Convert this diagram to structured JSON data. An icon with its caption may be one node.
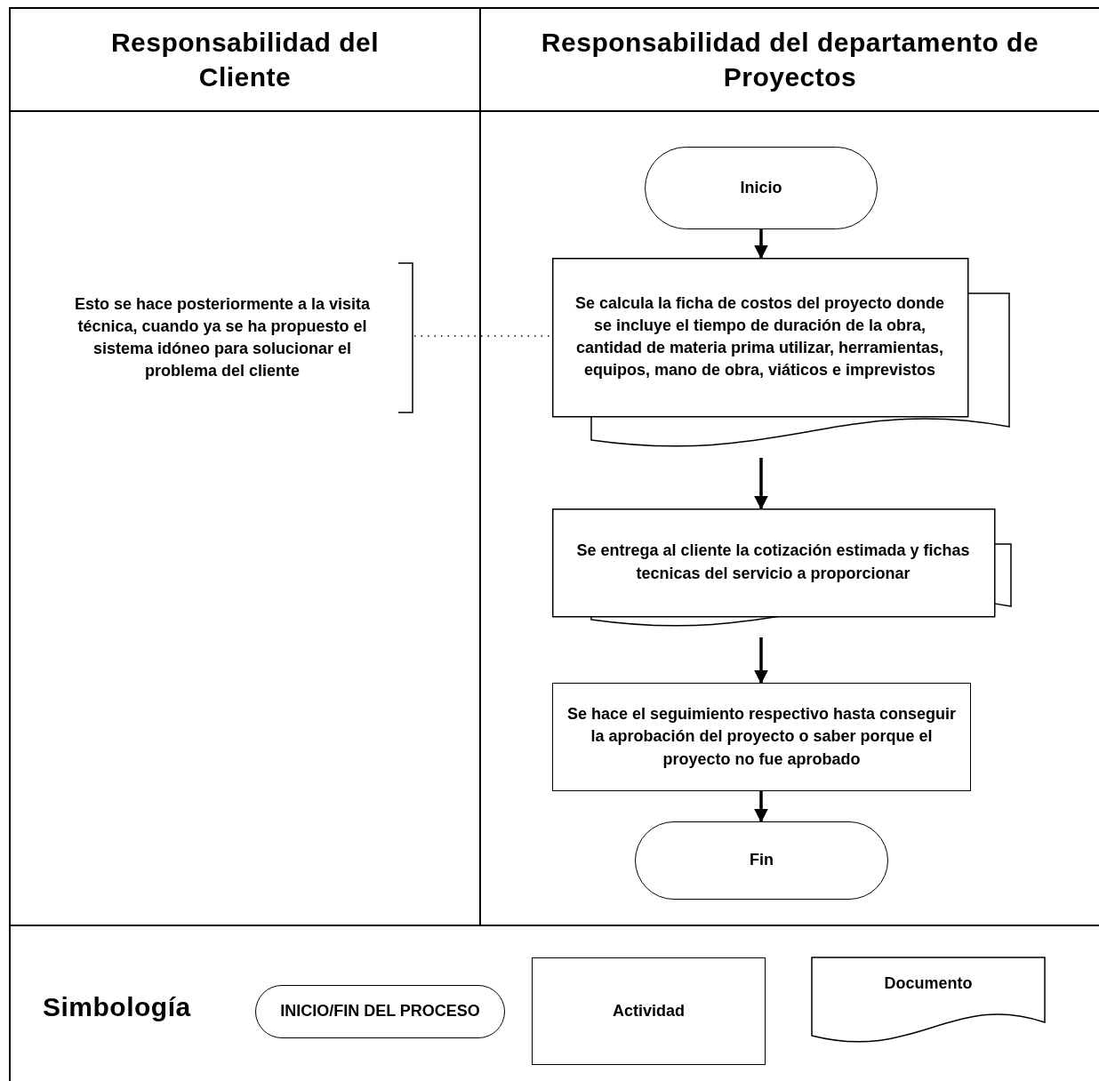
{
  "diagram": {
    "nodes": [
      {
        "text": [
          "Responsabilidad del Cliente"
        ]
      },
      {
        "text": [
          "Responsabilidad del departamento de Proyectos"
        ]
      },
      {
        "text": [
          "Esto se hace posteriormente a la visita técnica, cuando ya se ha propuesto el sistema idóneo para solucionar el problema del cliente"
        ],
        "in": 0
      },
      {
        "text": [
          "Inicio"
        ],
        "in": 1
      },
      {
        "text": [
          "Se calcula la ficha de costos del proyecto donde se incluye el tiempo de duración de la obra, cantidad de materia prima utilizar, herramientas, equipos, mano de obra, viáticos e imprevistos"
        ],
        "in": 1
      },
      {
        "text": [
          "Se entrega al cliente la cotización estimada y fichas tecnicas del servicio a proporcionar"
        ],
        "in": 1
      },
      {
        "text": [
          "Se hace el seguimiento respectivo hasta conseguir la aprobación del proyecto o saber porque el proyecto no fue aprobado"
        ],
        "in": 1
      },
      {
        "text": [
          "Fin"
        ],
        "in": 1
      },
      {
        "text": [
          "INICIO/FIN DEL PROCESO"
        ]
      },
      {
        "text": [
          "Actividad"
        ]
      },
      {
        "text": [
          "Documento"
        ]
      }
    ],
    "edges": [
      {
        "from": 2,
        "to": 4,
        "arrow": "none",
        "style": "dashed"
      },
      {
        "from": 3,
        "to": 4,
        "arrow": "to"
      },
      {
        "from": 4,
        "to": 5,
        "arrow": "to"
      },
      {
        "from": 5,
        "to": 6,
        "arrow": "to"
      },
      {
        "from": 6,
        "to": 7,
        "arrow": "to"
      }
    ],
    "labels": [
      "Simbología"
    ]
  }
}
